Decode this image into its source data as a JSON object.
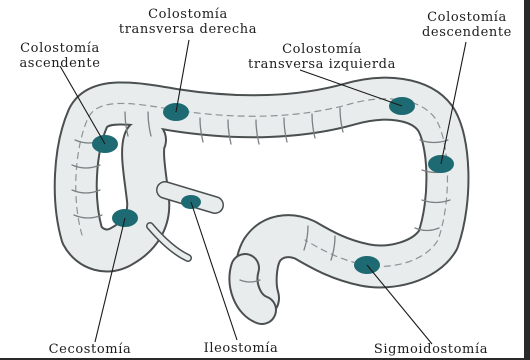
{
  "diagram": {
    "colors": {
      "background": "#ffffff",
      "colon_fill": "#e8ecec",
      "colon_outline": "#4a4f50",
      "stoma": "#1e6a72",
      "leader_line": "#1a1a1a",
      "text": "#1d1d1d"
    },
    "labels": {
      "transversa_derecha": [
        "Colostomía",
        "transversa derecha"
      ],
      "descendente": [
        "Colostomía",
        "descendente"
      ],
      "ascendente": [
        "Colostomía",
        "ascendente"
      ],
      "transversa_izquierda": [
        "Colostomía",
        "transversa izquierda"
      ],
      "cecostomia": "Cecostomía",
      "ileostomia": "Ileostomía",
      "sigmoidostomia": "Sigmoidostomía"
    }
  }
}
